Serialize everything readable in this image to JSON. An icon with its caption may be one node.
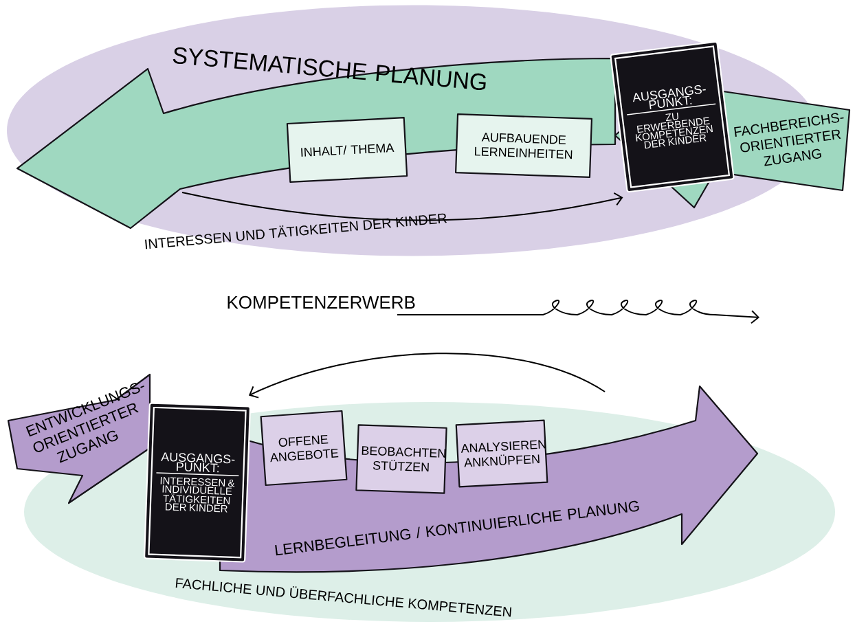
{
  "diagram": {
    "nodes": [
      {
        "text": [
          "INTERESSEN UND TÄTIGKEITEN DER KINDER"
        ]
      },
      {
        "text": [
          "SYSTEMATISCHE PLANUNG"
        ],
        "in": 0
      },
      {
        "text": [
          "INHALT/ THEMA"
        ],
        "in": 1
      },
      {
        "text": [
          "AUFBAUENDE LERNEINHEITEN"
        ],
        "in": 1
      },
      {
        "text": [
          "AUSGANGS-PUNKT:",
          "ZU ERWERBENDE KOMPETENZEN DER KINDER"
        ],
        "in": 0
      },
      {
        "text": [
          "FACHBEREICHS-ORIENTIERTER ZUGANG"
        ]
      },
      {
        "text": [
          "FACHLICHE UND ÜBERFACHLICHE KOMPETENZEN"
        ]
      },
      {
        "text": [
          "ENTWICKLUNGS-ORIENTIERTER ZUGANG"
        ]
      },
      {
        "text": [
          "AUSGANGS-PUNKT:",
          "INTERESSEN & INDIVIDUELLE TÄTIGKEITEN DER KINDER"
        ],
        "in": 6
      },
      {
        "text": [
          "LERNBEGLEITUNG / KONTINUIERLICHE PLANUNG"
        ],
        "in": 6
      },
      {
        "text": [
          "OFFENE ANGEBOTE"
        ],
        "in": 9
      },
      {
        "text": [
          "BEOBACHTEN STÜTZEN"
        ],
        "in": 9
      },
      {
        "text": [
          "ANALYSIEREN ANKNÜPFEN"
        ],
        "in": 9
      }
    ],
    "edges": [
      {
        "from": 1,
        "to": 4,
        "arrow": "to"
      },
      {
        "from": null,
        "to": 8,
        "arrow": "to"
      }
    ],
    "labels": [
      "KOMPETENZERWERB"
    ]
  }
}
